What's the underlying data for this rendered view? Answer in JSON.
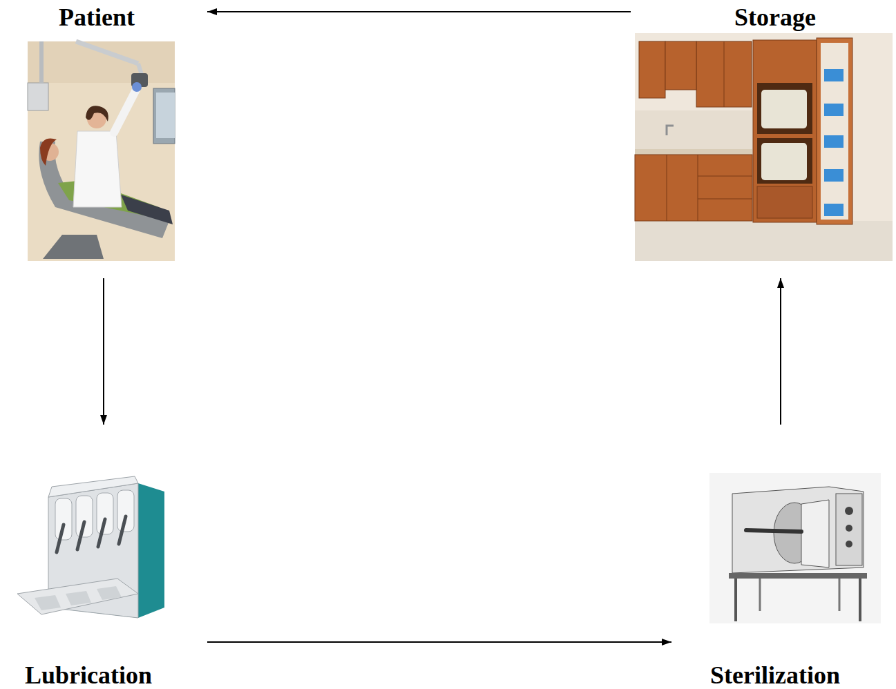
{
  "diagram": {
    "nodes": [
      {
        "text": [
          "Patient"
        ]
      },
      {
        "text": [
          "Storage"
        ]
      },
      {
        "text": [
          "Lubrication"
        ]
      },
      {
        "text": [
          "Sterilization"
        ]
      }
    ],
    "edges": [
      {
        "from": 1,
        "to": 0,
        "arrow": "to"
      },
      {
        "from": 0,
        "to": 2,
        "arrow": "to"
      },
      {
        "from": 2,
        "to": 3,
        "arrow": "to"
      },
      {
        "from": 3,
        "to": 1,
        "arrow": "to"
      }
    ]
  }
}
